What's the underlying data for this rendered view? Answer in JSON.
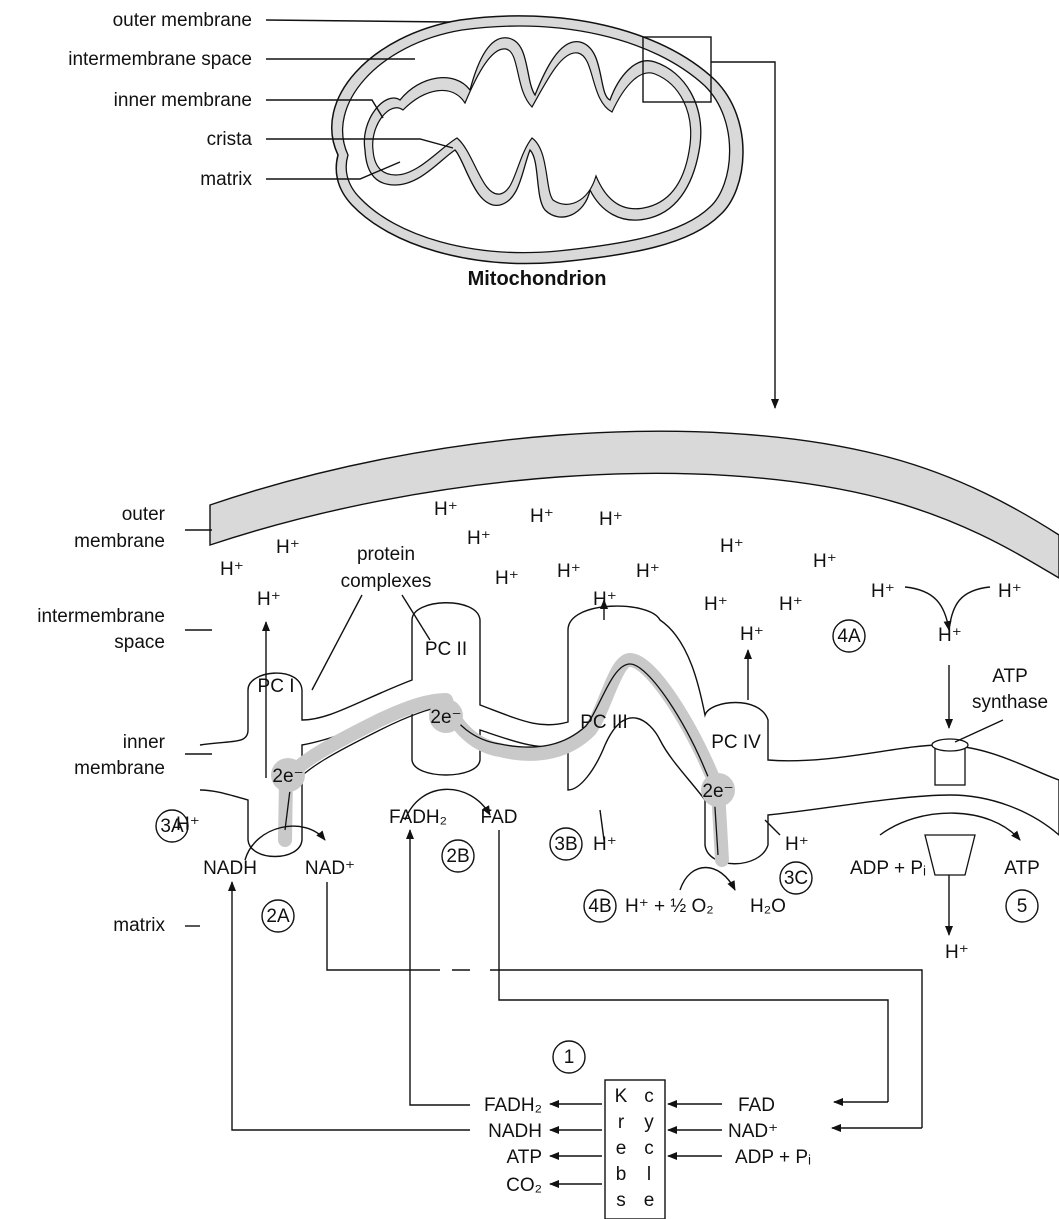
{
  "overview": {
    "title": "Mitochondrion",
    "labels": {
      "outer_membrane": "outer membrane",
      "intermembrane_space": "intermembrane space",
      "inner_membrane": "inner membrane",
      "crista": "crista",
      "matrix": "matrix"
    }
  },
  "detail": {
    "left_labels": {
      "outer_membrane_1": "outer",
      "outer_membrane_2": "membrane",
      "intermembrane_space_1": "intermembrane",
      "intermembrane_space_2": "space",
      "inner_membrane_1": "inner",
      "inner_membrane_2": "membrane",
      "matrix": "matrix"
    },
    "protein_complexes_1": "protein",
    "protein_complexes_2": "complexes",
    "complexes": {
      "pc1": "PC I",
      "pc2": "PC II",
      "pc3": "PC III",
      "pc4": "PC IV"
    },
    "atp_synthase_1": "ATP",
    "atp_synthase_2": "synthase",
    "electrons": "2e⁻",
    "hydrogen": "H⁺",
    "steps": {
      "s1": "1",
      "s2a": "2A",
      "s2b": "2B",
      "s3a": "3A",
      "s3b": "3B",
      "s3c": "3C",
      "s4a": "4A",
      "s4b": "4B",
      "s5": "5"
    },
    "species": {
      "nadh": "NADH",
      "nad_plus": "NAD⁺",
      "fadh2": "FADH₂",
      "fad": "FAD",
      "h_plus_half_o2": "H⁺ + ½ O₂",
      "water": "H₂O",
      "adp_pi": "ADP + Pᵢ",
      "atp": "ATP"
    }
  },
  "krebs": {
    "letters_left": [
      "K",
      "r",
      "e",
      "b",
      "s"
    ],
    "letters_right": [
      "c",
      "y",
      "c",
      "l",
      "e"
    ],
    "outputs": [
      "FADH₂",
      "NADH",
      "ATP",
      "CO₂"
    ],
    "inputs": [
      "FAD",
      "NAD⁺",
      "ADP + Pᵢ"
    ]
  }
}
